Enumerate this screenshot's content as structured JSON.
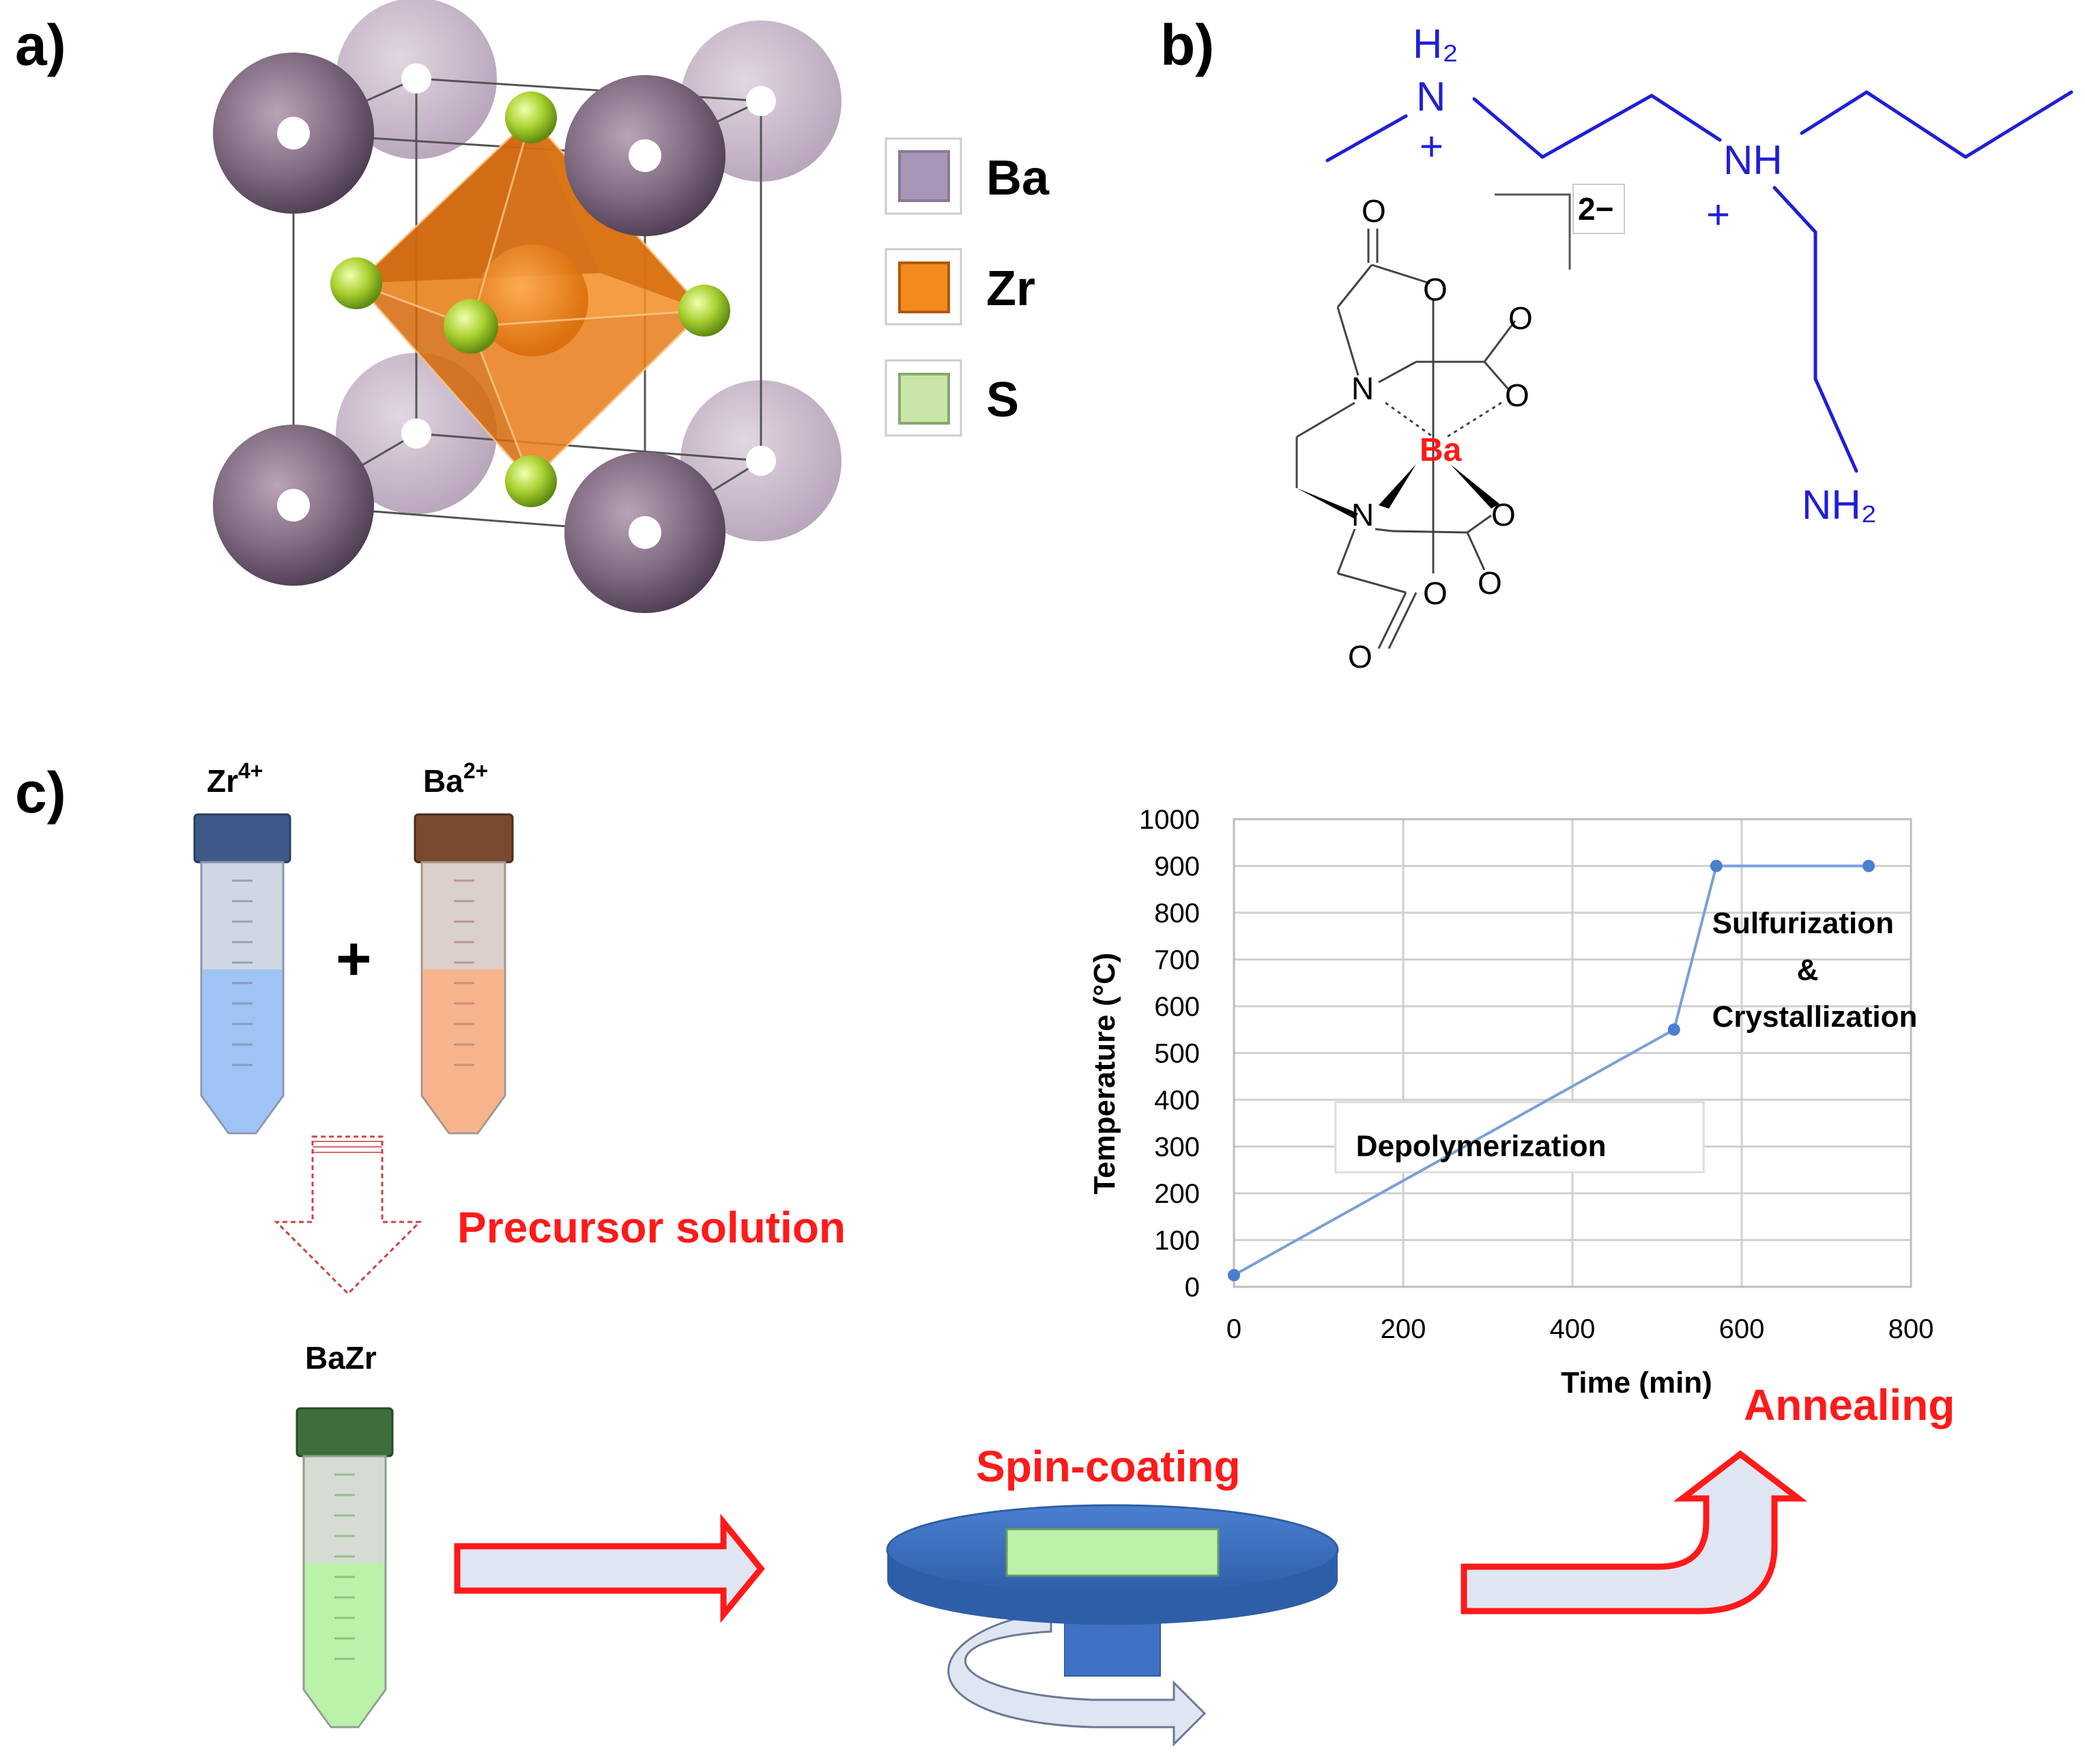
{
  "panel_labels": {
    "a": "a)",
    "b": "b)",
    "c": "c)"
  },
  "legend": [
    {
      "label": "Ba",
      "color": "#a896b8"
    },
    {
      "label": "Zr",
      "color": "#f28a1e"
    },
    {
      "label": "S",
      "color": "#c9e6a8"
    }
  ],
  "molecule": {
    "cation_top_h": "H₂",
    "cation_n1": "N",
    "cation_plus1": "+",
    "cation_nh": "NH",
    "cation_plus2": "+",
    "cation_nh2_end": "NH₂",
    "charge": "2−",
    "metal": "Ba",
    "atom_o": "O",
    "atom_n": "N"
  },
  "tubes": {
    "zr": {
      "label": "Zr",
      "sup": "4+"
    },
    "ba": {
      "label": "Ba",
      "sup": "2+"
    },
    "plus": "+",
    "bazr": "BaZr"
  },
  "steps": {
    "precursor": "Precursor solution",
    "spin": "Spin-coating",
    "anneal": "Annealing"
  },
  "colors": {
    "zr_cap": "#3f5a8a",
    "zr_liquid": "#9ec4f5",
    "ba_cap": "#7a4a30",
    "ba_liquid": "#f7b48c",
    "bazr_cap": "#3f6e3c",
    "bazr_liquid": "#b9f2a8",
    "arrow_red": "#ff1a1a",
    "arrow_fill": "#dfe6f2",
    "disk": "#3f72c4",
    "line_series": "#7aa0d8"
  },
  "chart_data": {
    "type": "line",
    "xlabel": "Time (min)",
    "ylabel": "Temperature (°C)",
    "xlim": [
      0,
      800
    ],
    "ylim": [
      0,
      1000
    ],
    "xticks": [
      0,
      200,
      400,
      600,
      800
    ],
    "yticks": [
      0,
      100,
      200,
      300,
      400,
      500,
      600,
      700,
      800,
      900,
      1000
    ],
    "grid": true,
    "series": [
      {
        "x": [
          0,
          520,
          570,
          750
        ],
        "y": [
          25,
          550,
          900,
          900
        ]
      }
    ],
    "annotations": [
      {
        "text": "Depolymerization"
      },
      {
        "text": "Sulfurization"
      },
      {
        "text": "&"
      },
      {
        "text": "Crystallization"
      }
    ]
  }
}
